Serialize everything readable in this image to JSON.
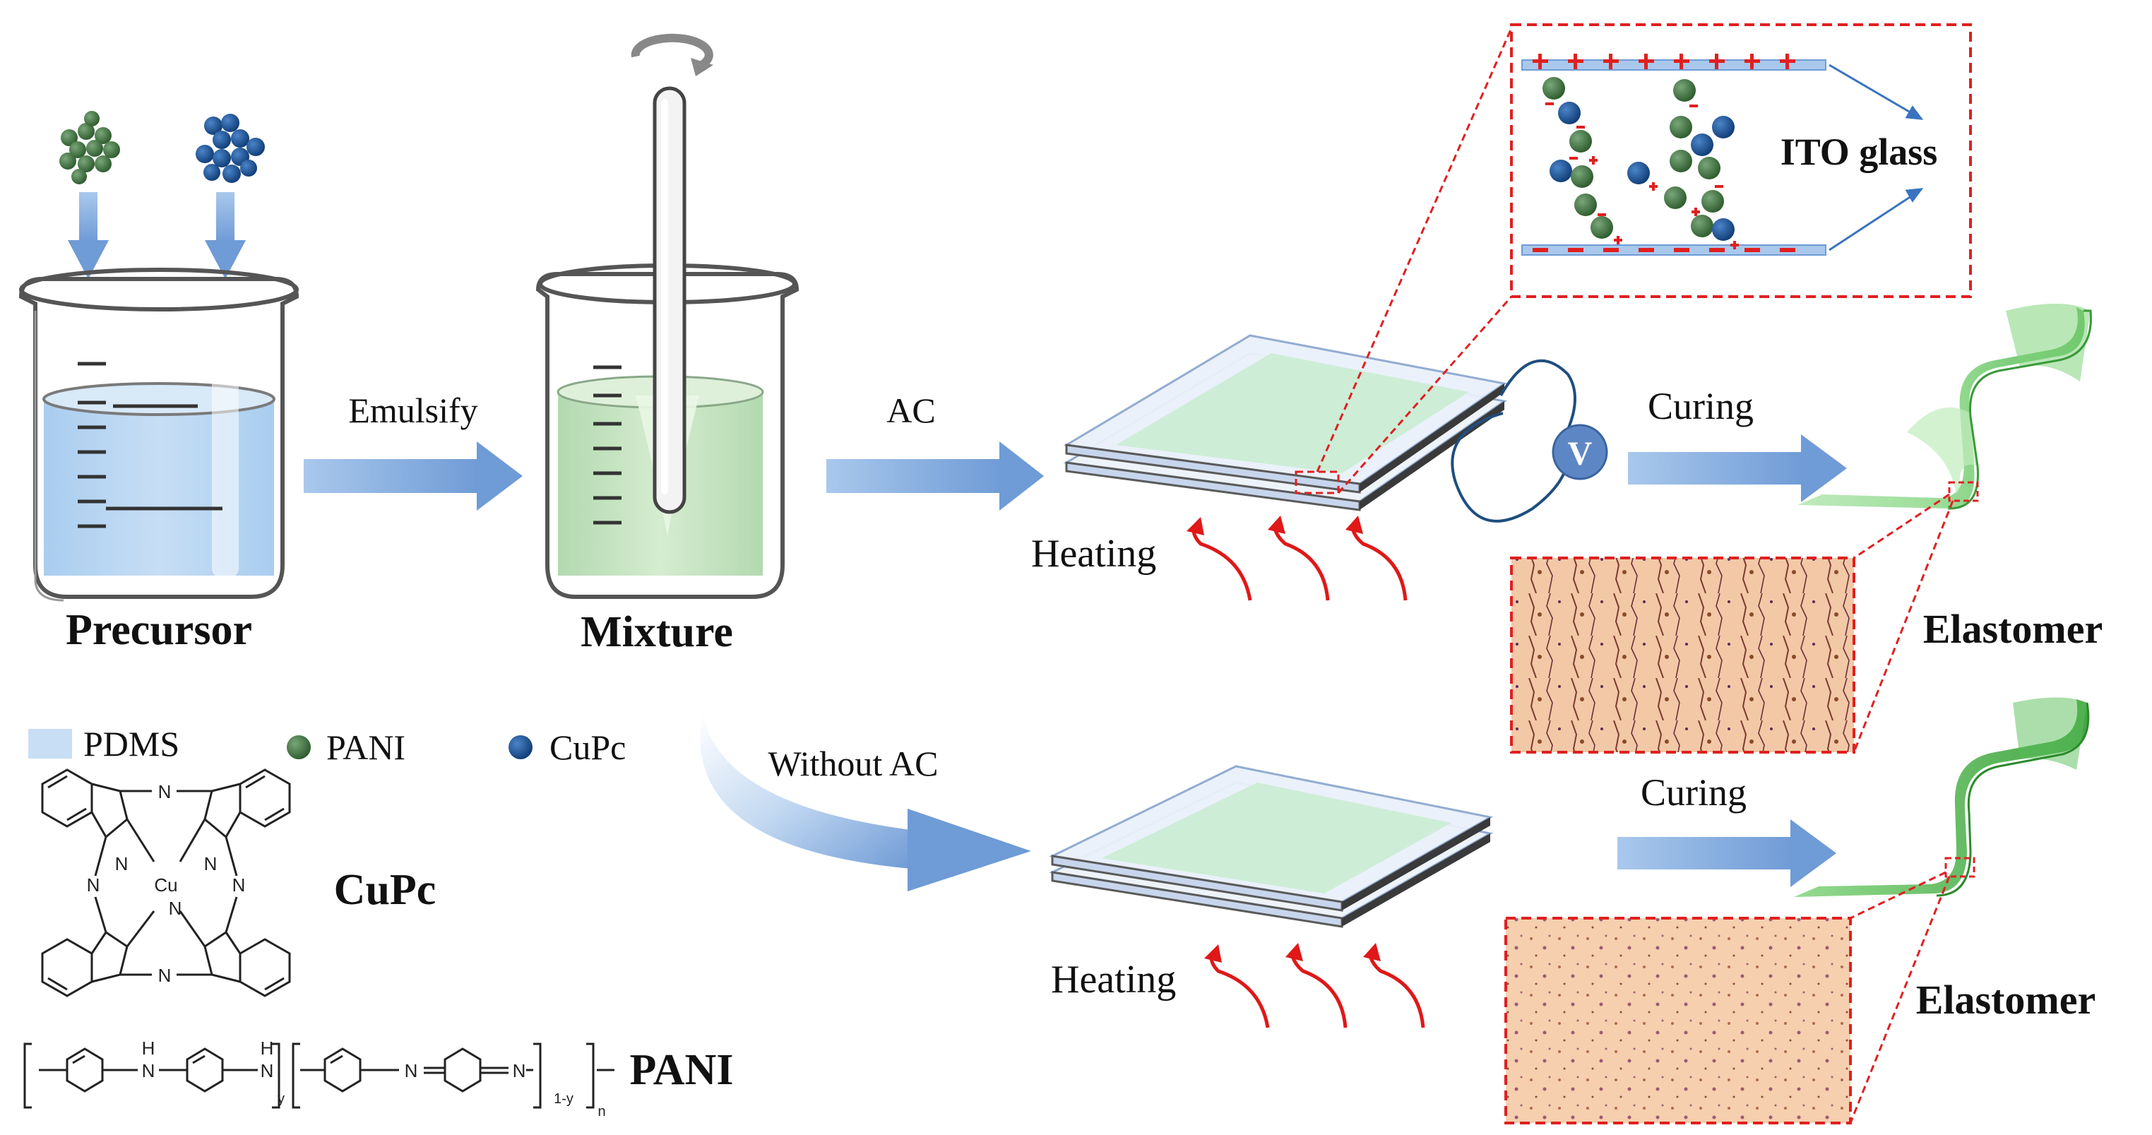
{
  "labels": {
    "precursor": "Precursor",
    "mixture": "Mixture",
    "emulsify": "Emulsify",
    "ac": "AC",
    "without_ac": "Without AC",
    "heating_top": "Heating",
    "heating_bottom": "Heating",
    "curing_top": "Curing",
    "curing_bottom": "Curing",
    "elastomer_top": "Elastomer",
    "elastomer_bottom": "Elastomer",
    "ito_glass": "ITO glass",
    "voltage": "V"
  },
  "legend": {
    "pdms": "PDMS",
    "pani": "PANI",
    "cupc": "CuPc"
  },
  "structures": {
    "cupc_name": "CuPc",
    "pani_name": "PANI",
    "atom_n": "N",
    "atom_cu": "Cu",
    "atom_h": "H",
    "sub_y": "y",
    "sub_1y": "1-y",
    "sub_n": "n"
  },
  "colors": {
    "pdms": "#c7def4",
    "pani_particle": "#3b6b3b",
    "cupc_particle": "#1a4f8f",
    "mixture_liquid": "#c9e6c4",
    "arrow": "#8cb2df",
    "red_dashed": "#e02020",
    "heat_arrow": "#e01818",
    "elastomer": "#78cf78"
  }
}
